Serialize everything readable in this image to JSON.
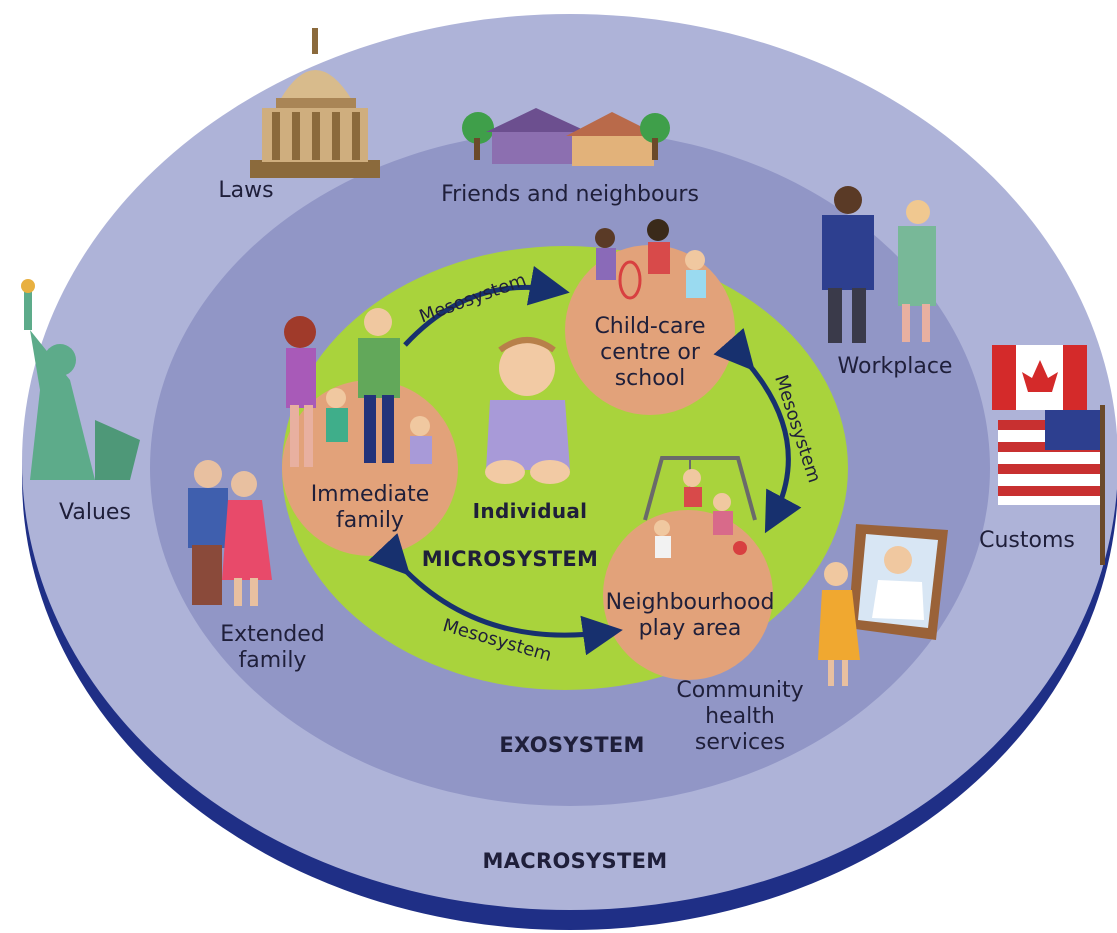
{
  "colors": {
    "macro_fill": "#aeb3d8",
    "macro_rim": "#1f2f86",
    "exo_fill": "#9196c6",
    "micro_fill": "#a9d33c",
    "setting_fill": "#e2a27a",
    "arrow": "#17306e",
    "text": "#1f1f3a"
  },
  "labels": {
    "macrosystem": "MACROSYSTEM",
    "exosystem": "EXOSYSTEM",
    "microsystem": "MICROSYSTEM",
    "individual": "Individual",
    "laws": "Laws",
    "friends": "Friends and neighbours",
    "workplace": "Workplace",
    "values": "Values",
    "customs": "Customs",
    "extended_family": "Extended\nfamily",
    "community_health": "Community\nhealth\nservices",
    "immediate_family": "Immediate\nfamily",
    "child_care": "Child-care\ncentre or\nschool",
    "neighbourhood": "Neighbourhood\nplay area",
    "mesosystem_top": "Mesosystem",
    "mesosystem_right": "Mesosystem",
    "mesosystem_bottom": "Mesosystem"
  },
  "icons": {
    "capitol": "capitol-building-icon",
    "houses": "houses-icon",
    "statue": "statue-of-liberty-icon",
    "flags": "flags-icon",
    "workers": "workers-icon",
    "grandparents": "grandparents-icon",
    "doctor": "doctor-portrait-icon",
    "baby": "baby-icon",
    "family": "family-icon",
    "children": "children-icon",
    "playground": "playground-icon"
  }
}
